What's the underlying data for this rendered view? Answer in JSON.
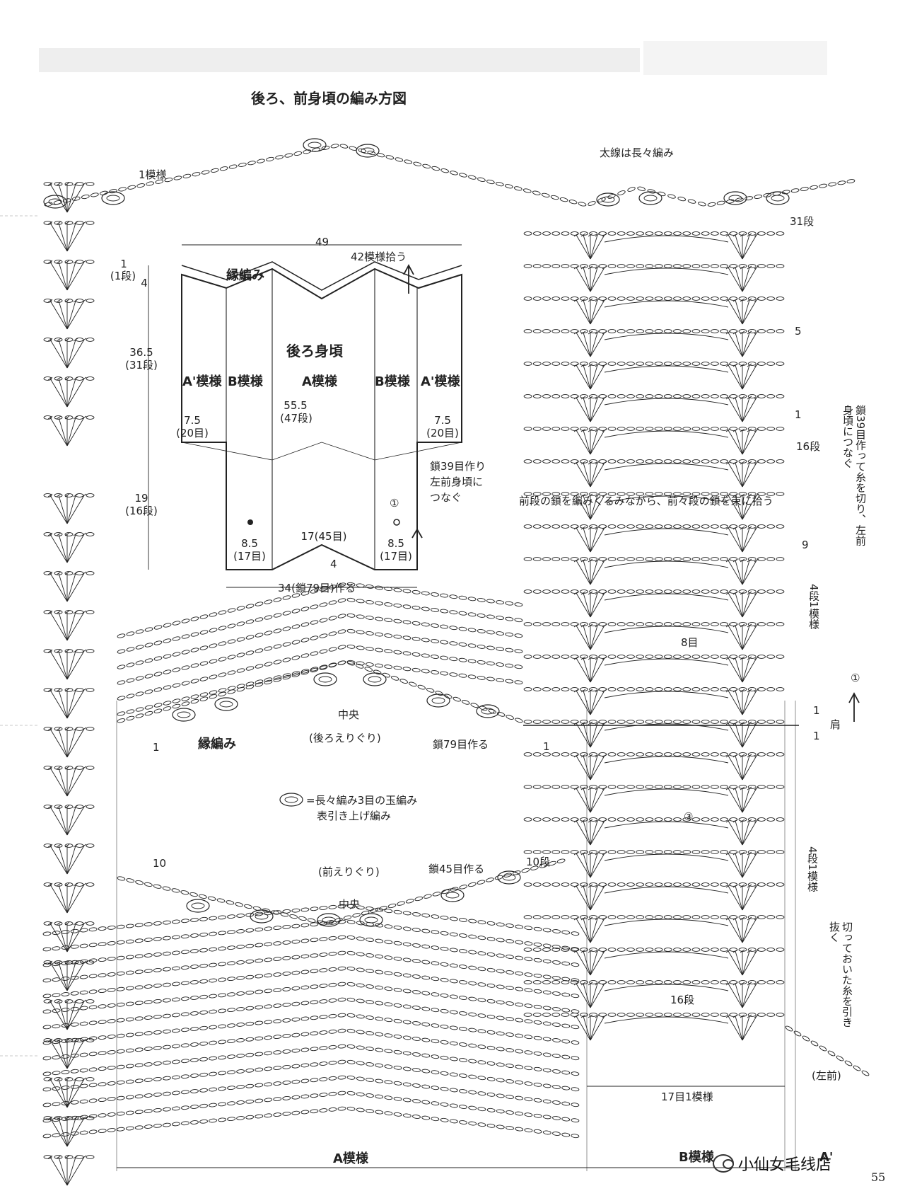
{
  "title": "後ろ、前身頃の編み方図",
  "schematic": {
    "width_top": "49",
    "edging_label": "縁編み",
    "pickup_label": "42模様拾う",
    "body_label": "後ろ身頃",
    "pattern_a_prime_left": "A'模様",
    "pattern_b_left": "B模様",
    "pattern_a": "A模様",
    "pattern_b_right": "B模様",
    "pattern_a_prime_right": "A'模様",
    "height_center": "55.5",
    "height_center_rows": "(47段)",
    "side_w_left": "7.5",
    "side_w_left_sts": "(20目)",
    "side_w_right": "7.5",
    "side_w_right_sts": "(20目)",
    "chain_note_1": "鎖39目作り",
    "chain_note_2": "左前身頃に",
    "chain_note_3": "つなぐ",
    "circle_one": "①",
    "bottom_left": "8.5",
    "bottom_left_sts": "(17目)",
    "bottom_center": "17(45目)",
    "bottom_right": "8.5",
    "bottom_right_sts": "(17目)",
    "bottom_small": "4",
    "foundation": "34(鎖79目)作る",
    "height_top": "1",
    "height_top_rows": "(1段)",
    "height_top2": "4",
    "height_upper": "36.5",
    "height_upper_rows": "(31段)",
    "height_lower": "19",
    "height_lower_rows": "(16段)"
  },
  "chart": {
    "one_repeat": "1模様",
    "thick_line_note": "太線は長々編み",
    "row31": "31段",
    "row5": "5",
    "row1_a": "1",
    "row16_a": "16段",
    "right_vertical_note": "鎖39目作って糸を切り、左前身頃につなぐ",
    "wrap_note": "前段の鎖を編みくるみながら、前々段の鎖を束に拾う",
    "row9": "9",
    "four_rows_one_repeat_a": "4段1模様",
    "eight_sts": "8目",
    "circle_one": "①",
    "row1_b": "1",
    "shoulder": "肩",
    "row1_c": "1",
    "center_back": "中央",
    "back_neckline": "(後ろえりぐり)",
    "chain79": "鎖79目作る",
    "edging": "縁編み",
    "row1_d": "1",
    "row1_e": "1",
    "circle_three": "③",
    "legend_1": "=長々編み3目の玉編み",
    "legend_2": "表引き上げ編み",
    "row10_a": "10",
    "row10_b": "10段",
    "front_neckline": "(前えりぐり)",
    "chain45": "鎖45目作る",
    "center_front": "中央",
    "four_rows_one_repeat_b": "4段1模様",
    "cut_yarn_note": "切っておいた糸を引き抜く",
    "row16_b": "16段",
    "repeat_17": "17目1模様",
    "left_front": "(左前)",
    "pattern_a": "A模様",
    "pattern_b": "B模様",
    "pattern_a_prime": "A'"
  },
  "watermark": "小仙女毛线店",
  "page_number": "55",
  "colors": {
    "ink": "#222222",
    "paper": "#ffffff",
    "faint": "#c9c9c9"
  }
}
